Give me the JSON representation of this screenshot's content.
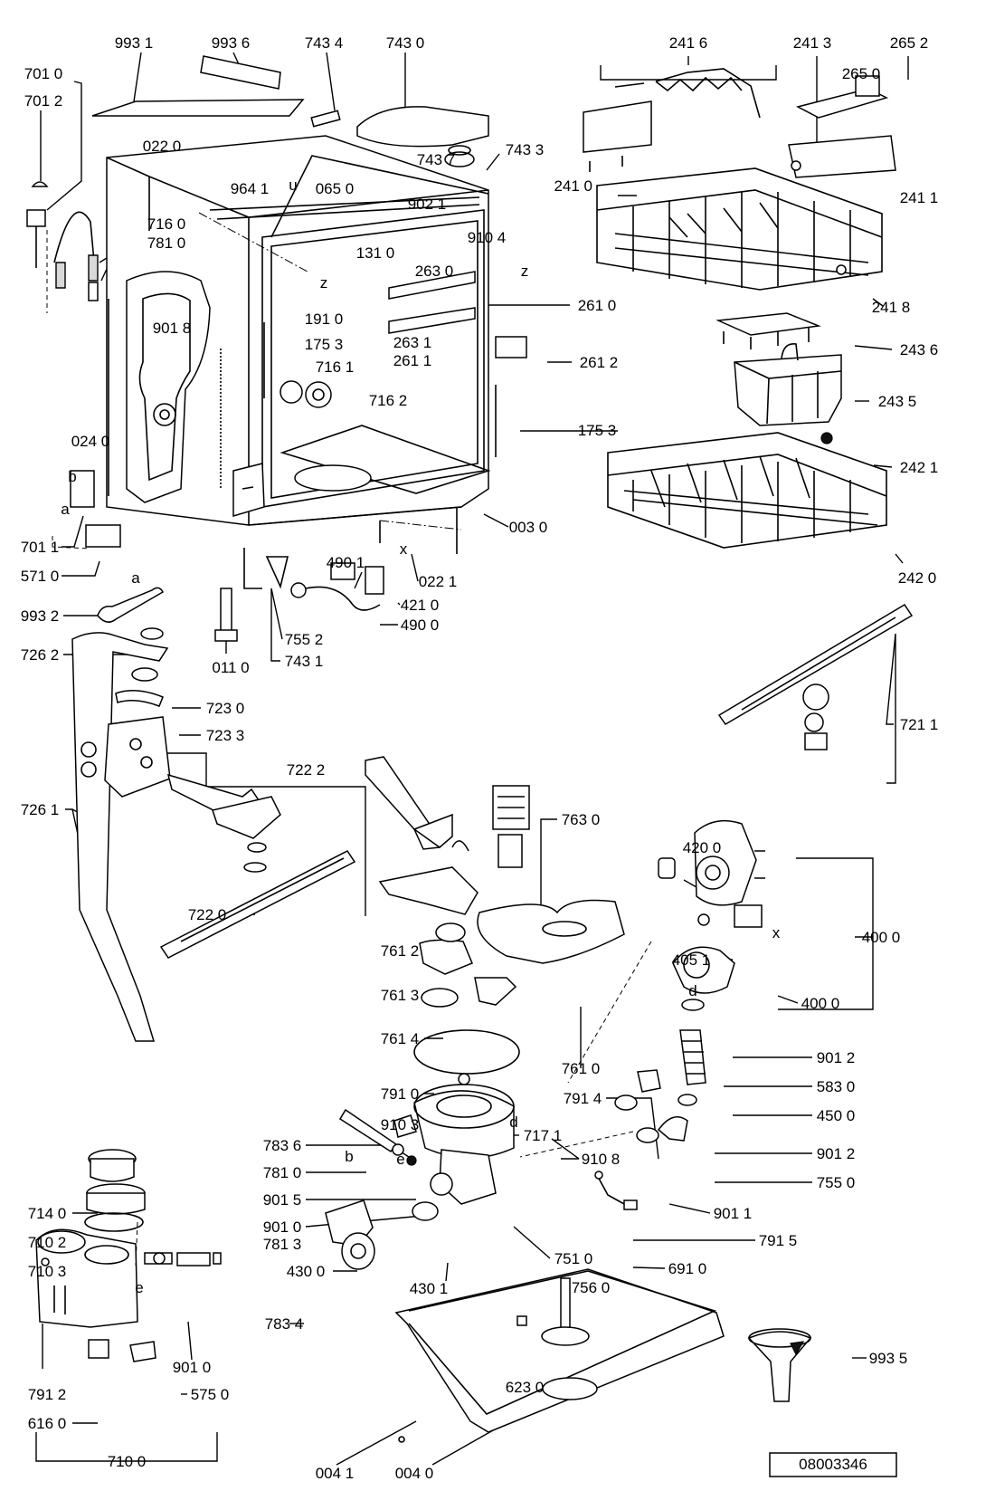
{
  "diagram_id": "08003346",
  "callouts": {
    "c0": "993 1",
    "c1": "993 6",
    "c2": "743 4",
    "c3": "743 0",
    "c4": "241 6",
    "c5": "241 3",
    "c6": "265 2",
    "c7": "701 0",
    "c8": "701 2",
    "c9": "265 0",
    "c10": "022 0",
    "c11": "743 3",
    "c12": "743 7",
    "c13": "u",
    "c14": "065 0",
    "c15": "964 1",
    "c16": "241 0",
    "c17": "241 1",
    "c18": "902 1",
    "c19": "716 0",
    "c20": "910 4",
    "c21": "781 0",
    "c22": "131 0",
    "c23": "z",
    "c24": "z",
    "c25": "263 0",
    "c26": "261 0",
    "c27": "241 8",
    "c28": "901 8",
    "c29": "191 0",
    "c30": "175 3",
    "c31": "263 1",
    "c32": "261 1",
    "c33": "261 2",
    "c34": "243 6",
    "c35": "716 1",
    "c36": "716 2",
    "c37": "243 5",
    "c38": "175 3",
    "c39": "024 0",
    "c40": "242 1",
    "c41": "b",
    "c42": "a",
    "c43": "003 0",
    "c44": "x",
    "c45": "701 1",
    "c46": "490 1",
    "c47": "022 1",
    "c48": "242 0",
    "c49": "571 0",
    "c50": "a",
    "c51": "421 0",
    "c52": "993 2",
    "c53": "490 0",
    "c54": "755 2",
    "c55": "726 2",
    "c56": "011 0",
    "c57": "743 1",
    "c58": "723 0",
    "c59": "723 3",
    "c60": "721 1",
    "c61": "722 2",
    "c62": "726 1",
    "c63": "763 0",
    "c64": "420 0",
    "c65": "722 0",
    "c66": "400 0",
    "c67": "761 2",
    "c68": "x",
    "c69": "405 1",
    "c70": "761 3",
    "c71": "d",
    "c72": "400 0",
    "c73": "761 4",
    "c74": "761 0",
    "c75": "901 2",
    "c76": "791 0",
    "c77": "583 0",
    "c78": "791 4",
    "c79": "450 0",
    "c80": "910 3",
    "c81": "d",
    "c82": "717 1",
    "c83": "783 6",
    "c84": "910 8",
    "c85": "901 2",
    "c86": "b",
    "c87": "e",
    "c88": "781 0",
    "c89": "755 0",
    "c90": "901 5",
    "c91": "714 0",
    "c92": "901 0",
    "c93": "901 1",
    "c94": "781 3",
    "c95": "710 2",
    "c96": "791 5",
    "c97": "751 0",
    "c98": "691 0",
    "c99": "710 3",
    "c100": "430 0",
    "c101": "e",
    "c102": "430 1",
    "c103": "783 4",
    "c104": "756 0",
    "c105": "901 0",
    "c106": "993 5",
    "c107": "623 0",
    "c108": "791 2",
    "c109": "575 0",
    "c110": "616 0",
    "c111": "710 0",
    "c112": "004 1",
    "c113": "004 0"
  }
}
